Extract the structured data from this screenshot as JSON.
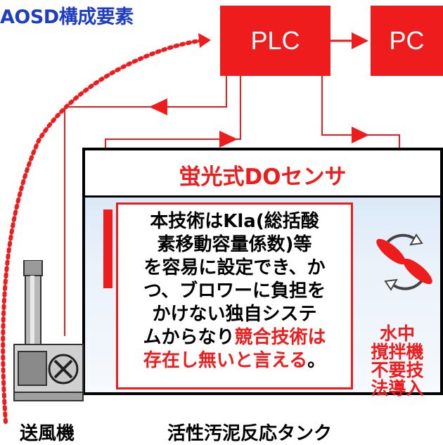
{
  "title": "AOSD構成要素",
  "nodes": {
    "plc": "PLC",
    "pc": "PC"
  },
  "sensor_label": "蛍光式DOセンサ",
  "description": {
    "line1": "本技術はKla(総括酸",
    "line2": "素移動容量係数)等",
    "line3": "を容易に設定でき、か",
    "line4": "つ、ブロワーに負担を",
    "line5": "かけない独自システ",
    "line6_black": "ムからなり",
    "line6_red": "競合技術は",
    "line7_red": "存在し無いと言える",
    "line7_end": "。"
  },
  "mixer_label": {
    "line1": "水中",
    "line2": "撹拌機",
    "line3": "不要技",
    "line4": "法導入"
  },
  "blower_label": "送風機",
  "tank_label": "活性汚泥反応タンク",
  "colors": {
    "accent_red": "#ee1c1c",
    "title_blue": "#1f3cc4",
    "tank_water": "#dbe9f8"
  }
}
